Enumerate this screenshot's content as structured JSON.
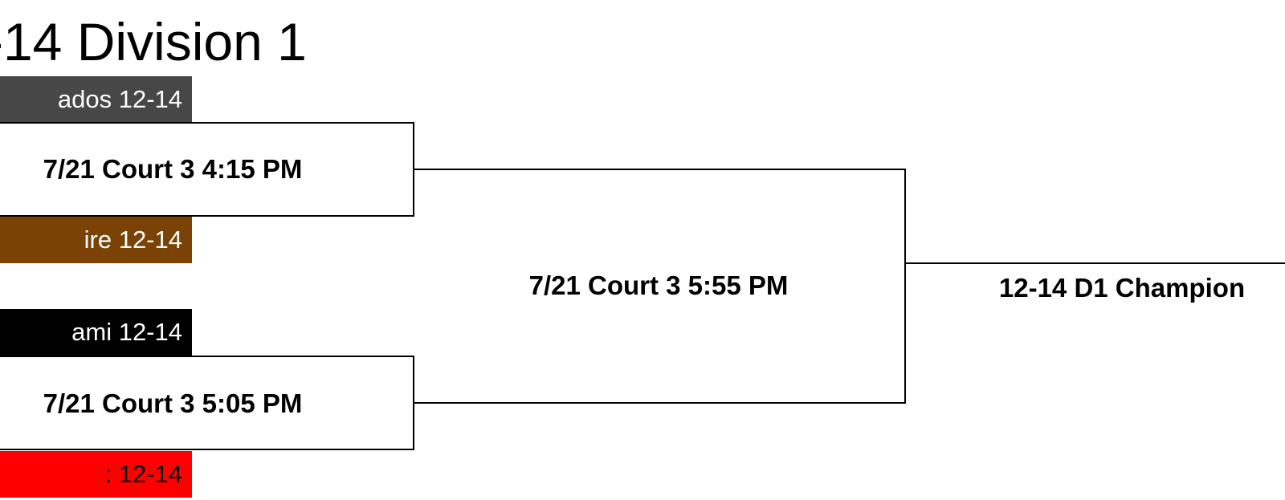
{
  "bracket": {
    "title": "-14 Division 1",
    "teams": [
      {
        "label": "ados 12-14",
        "bg": "#474747",
        "fg": "#ffffff"
      },
      {
        "label": "ire 12-14",
        "bg": "#7b4206",
        "fg": "#ffffff"
      },
      {
        "label": "ami 12-14",
        "bg": "#000000",
        "fg": "#ffffff"
      },
      {
        "label": ": 12-14",
        "bg": "#ff0000",
        "fg": "#000000"
      }
    ],
    "games": [
      {
        "label": "7/21 Court 3 4:15 PM"
      },
      {
        "label": "7/21 Court 3 5:05 PM"
      }
    ],
    "final": {
      "label": "7/21 Court 3 5:55 PM"
    },
    "champion": {
      "label": "12-14 D1 Champion"
    }
  }
}
